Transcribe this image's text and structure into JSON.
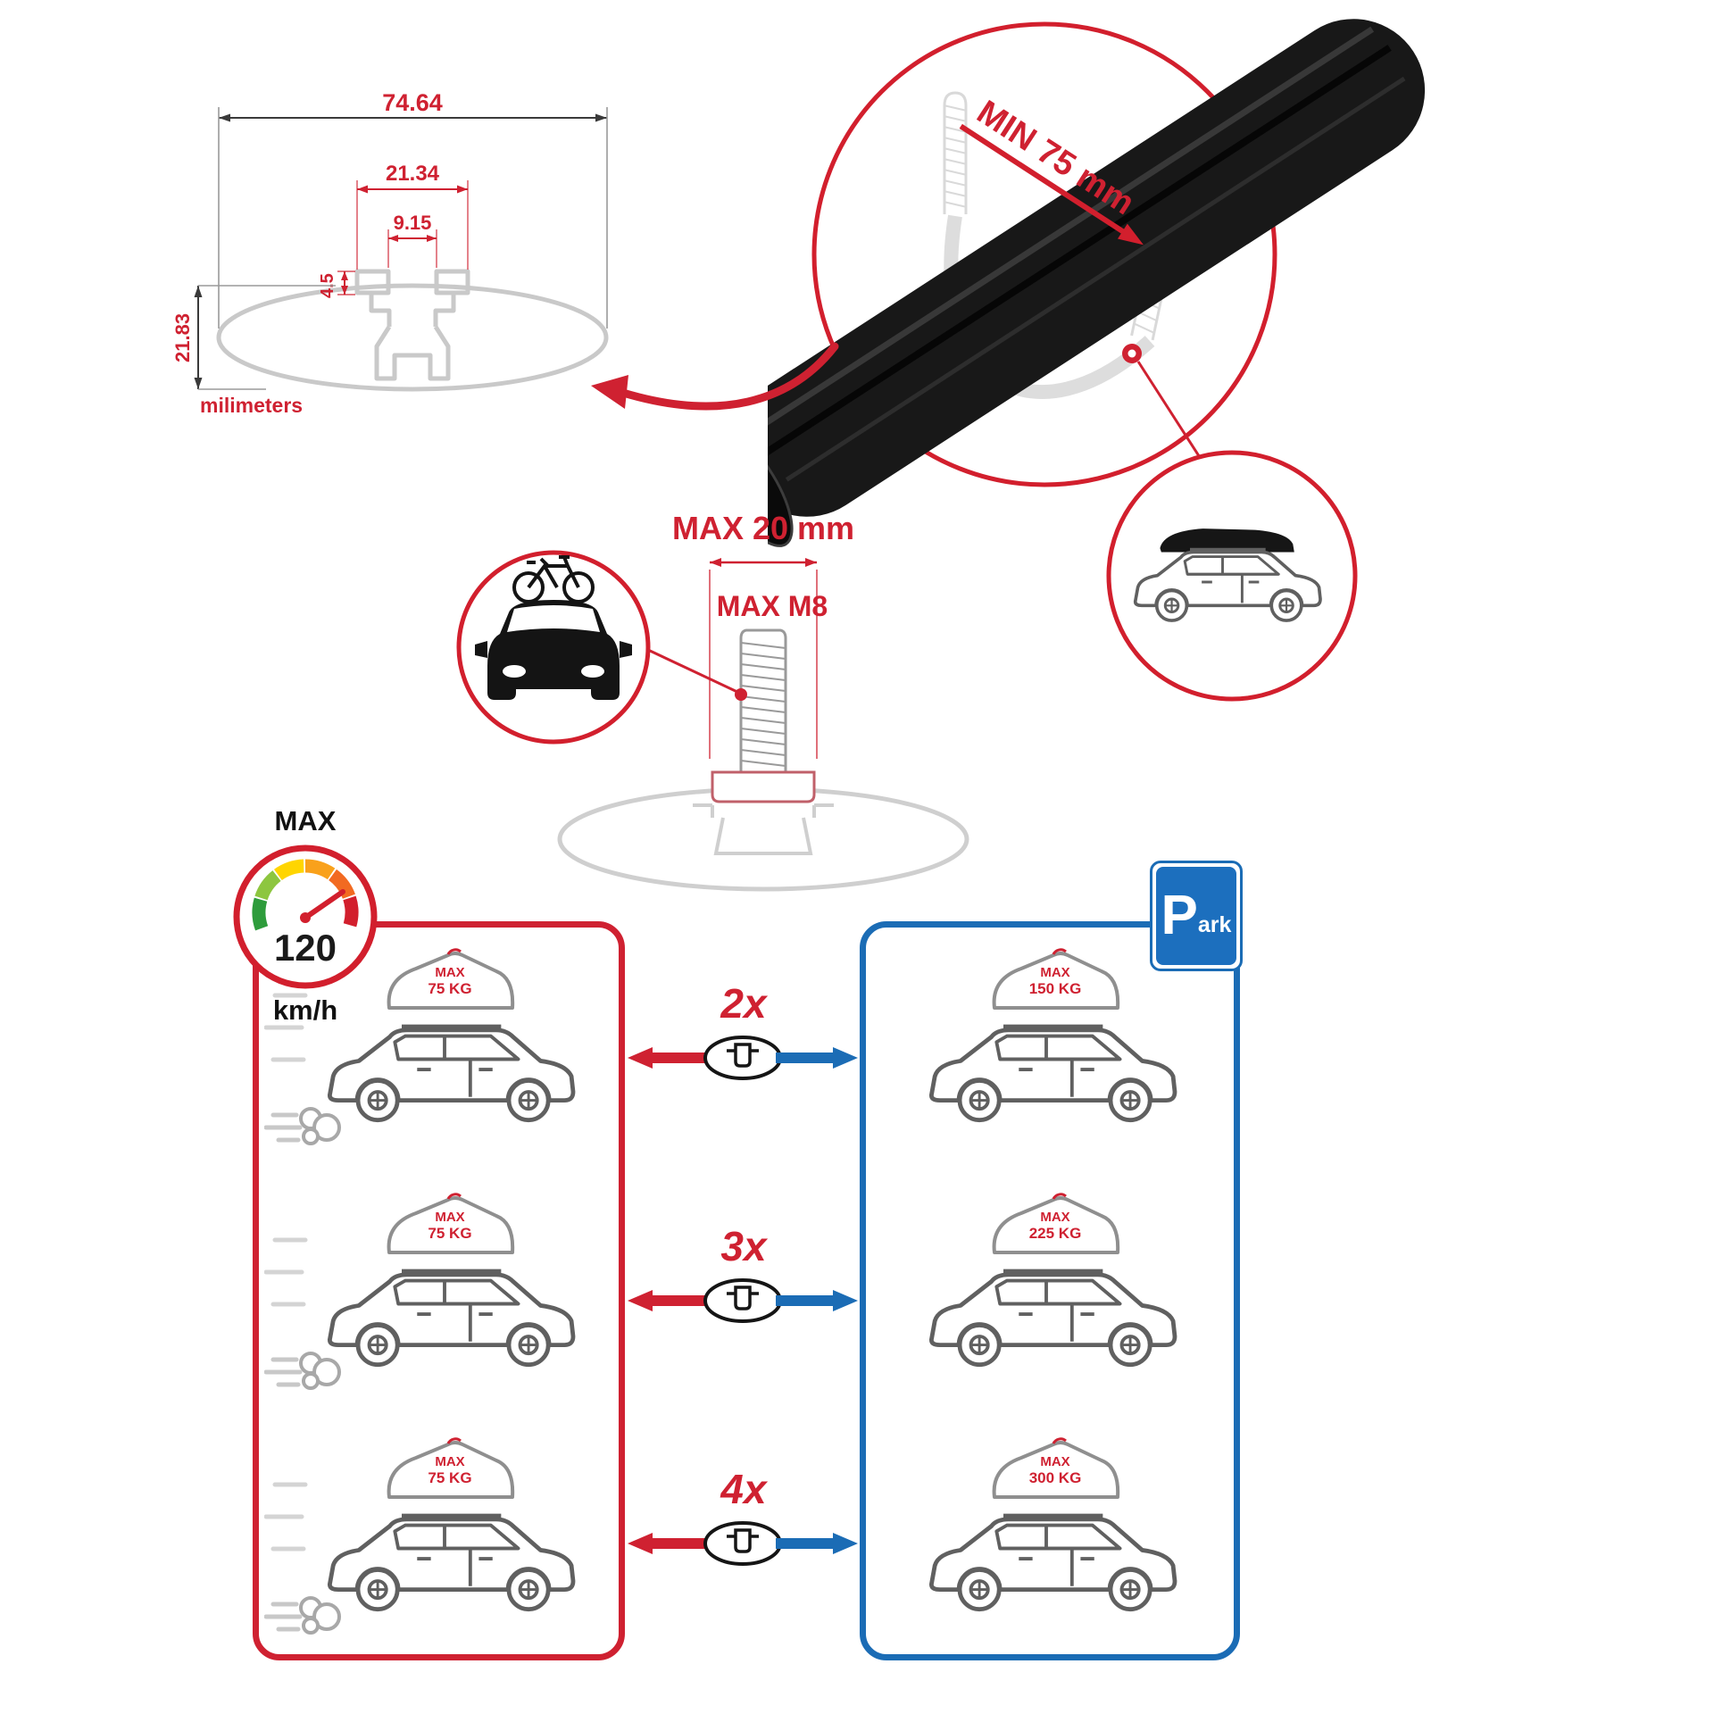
{
  "colors": {
    "red": "#cf2131",
    "blue": "#1b6cb5",
    "gray": "#c9c9c9",
    "dark": "#151515"
  },
  "dimensions": {
    "total_width": "74.64",
    "mid_width": "21.34",
    "inner_width": "9.15",
    "notch_height": "4.5",
    "total_height": "21.83",
    "units": "milimeters"
  },
  "crossbar": {
    "min_label": "MIN 75 mm"
  },
  "bolt": {
    "width_label": "MAX 20 mm",
    "thread_label": "MAX M8"
  },
  "gauge": {
    "title": "MAX",
    "value": "120",
    "unit": "km/h"
  },
  "driving_panel": {
    "cars": [
      {
        "line1": "MAX",
        "line2": "75 KG"
      },
      {
        "line1": "MAX",
        "line2": "75 KG"
      },
      {
        "line1": "MAX",
        "line2": "75 KG"
      }
    ]
  },
  "multipliers": [
    {
      "label": "2x"
    },
    {
      "label": "3x"
    },
    {
      "label": "4x"
    }
  ],
  "parked_panel": {
    "cars": [
      {
        "line1": "MAX",
        "line2": "150 KG"
      },
      {
        "line1": "MAX",
        "line2": "225 KG"
      },
      {
        "line1": "MAX",
        "line2": "300 KG"
      }
    ]
  },
  "park_sign": {
    "big": "P",
    "small": "ark"
  }
}
